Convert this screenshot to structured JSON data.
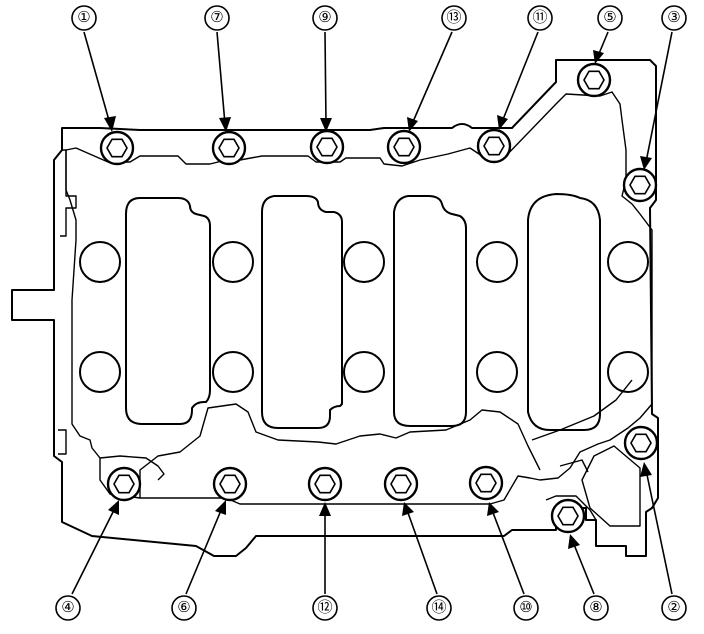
{
  "diagram": {
    "callouts": [
      {
        "id": "1",
        "label": "①"
      },
      {
        "id": "2",
        "label": "②"
      },
      {
        "id": "3",
        "label": "③"
      },
      {
        "id": "4",
        "label": "④"
      },
      {
        "id": "5",
        "label": "⑤"
      },
      {
        "id": "6",
        "label": "⑥"
      },
      {
        "id": "7",
        "label": "⑦"
      },
      {
        "id": "8",
        "label": "⑧"
      },
      {
        "id": "9",
        "label": "⑨"
      },
      {
        "id": "10",
        "label": "⑩"
      },
      {
        "id": "11",
        "label": "⑪"
      },
      {
        "id": "12",
        "label": "⑫"
      },
      {
        "id": "13",
        "label": "⑬"
      },
      {
        "id": "14",
        "label": "⑭"
      }
    ]
  }
}
